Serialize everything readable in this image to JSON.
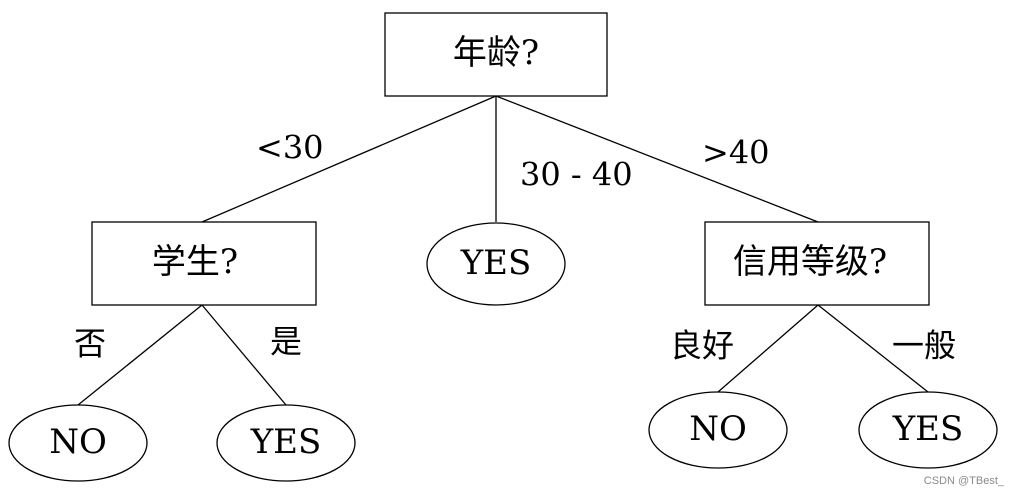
{
  "root": {
    "label": "年龄?"
  },
  "edges_from_root": [
    "<30",
    "30 - 40",
    ">40"
  ],
  "student": {
    "label": "学生?",
    "edges": [
      "否",
      "是"
    ],
    "leaves": [
      "NO",
      "YES"
    ]
  },
  "middle_leaf": {
    "label": "YES"
  },
  "credit": {
    "label": "信用等级?",
    "edges": [
      "良好",
      "一般"
    ],
    "leaves": [
      "NO",
      "YES"
    ]
  },
  "watermark": "CSDN @TBest_"
}
